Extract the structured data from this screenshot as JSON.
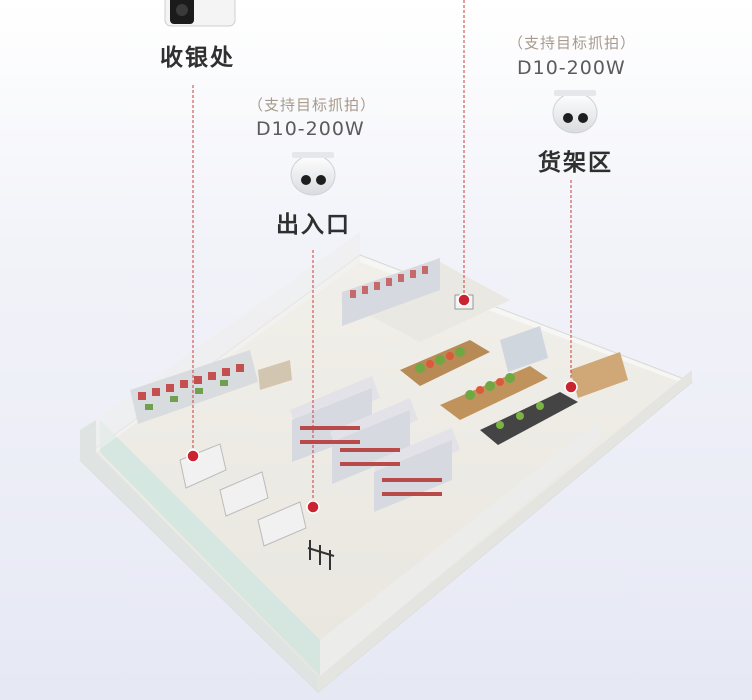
{
  "colors": {
    "accent_red": "#c9242f",
    "dashed_red": "#cf3a3a",
    "label_gray": "#a89a8c",
    "model_gray": "#5b5b5b",
    "zone_dark": "#2f2f2f"
  },
  "cameras": {
    "cashier": {
      "zone": "收银处",
      "icon": "bullet-camera-icon"
    },
    "entrance": {
      "support": "（支持目标抓拍）",
      "model": "D10-200W",
      "zone": "出入口",
      "icon": "dome-camera-icon"
    },
    "shelves": {
      "support": "（支持目标抓拍）",
      "model": "D10-200W",
      "zone": "货架区",
      "icon": "dome-camera-icon"
    }
  }
}
